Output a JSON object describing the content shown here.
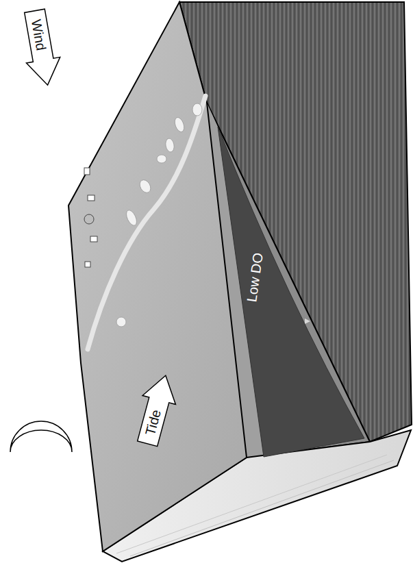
{
  "diagram": {
    "nodes": [
      {
        "text": [
          "Wind"
        ]
      },
      {
        "text": [
          "Low DO"
        ]
      },
      {
        "text": [
          "Tide"
        ]
      }
    ]
  }
}
